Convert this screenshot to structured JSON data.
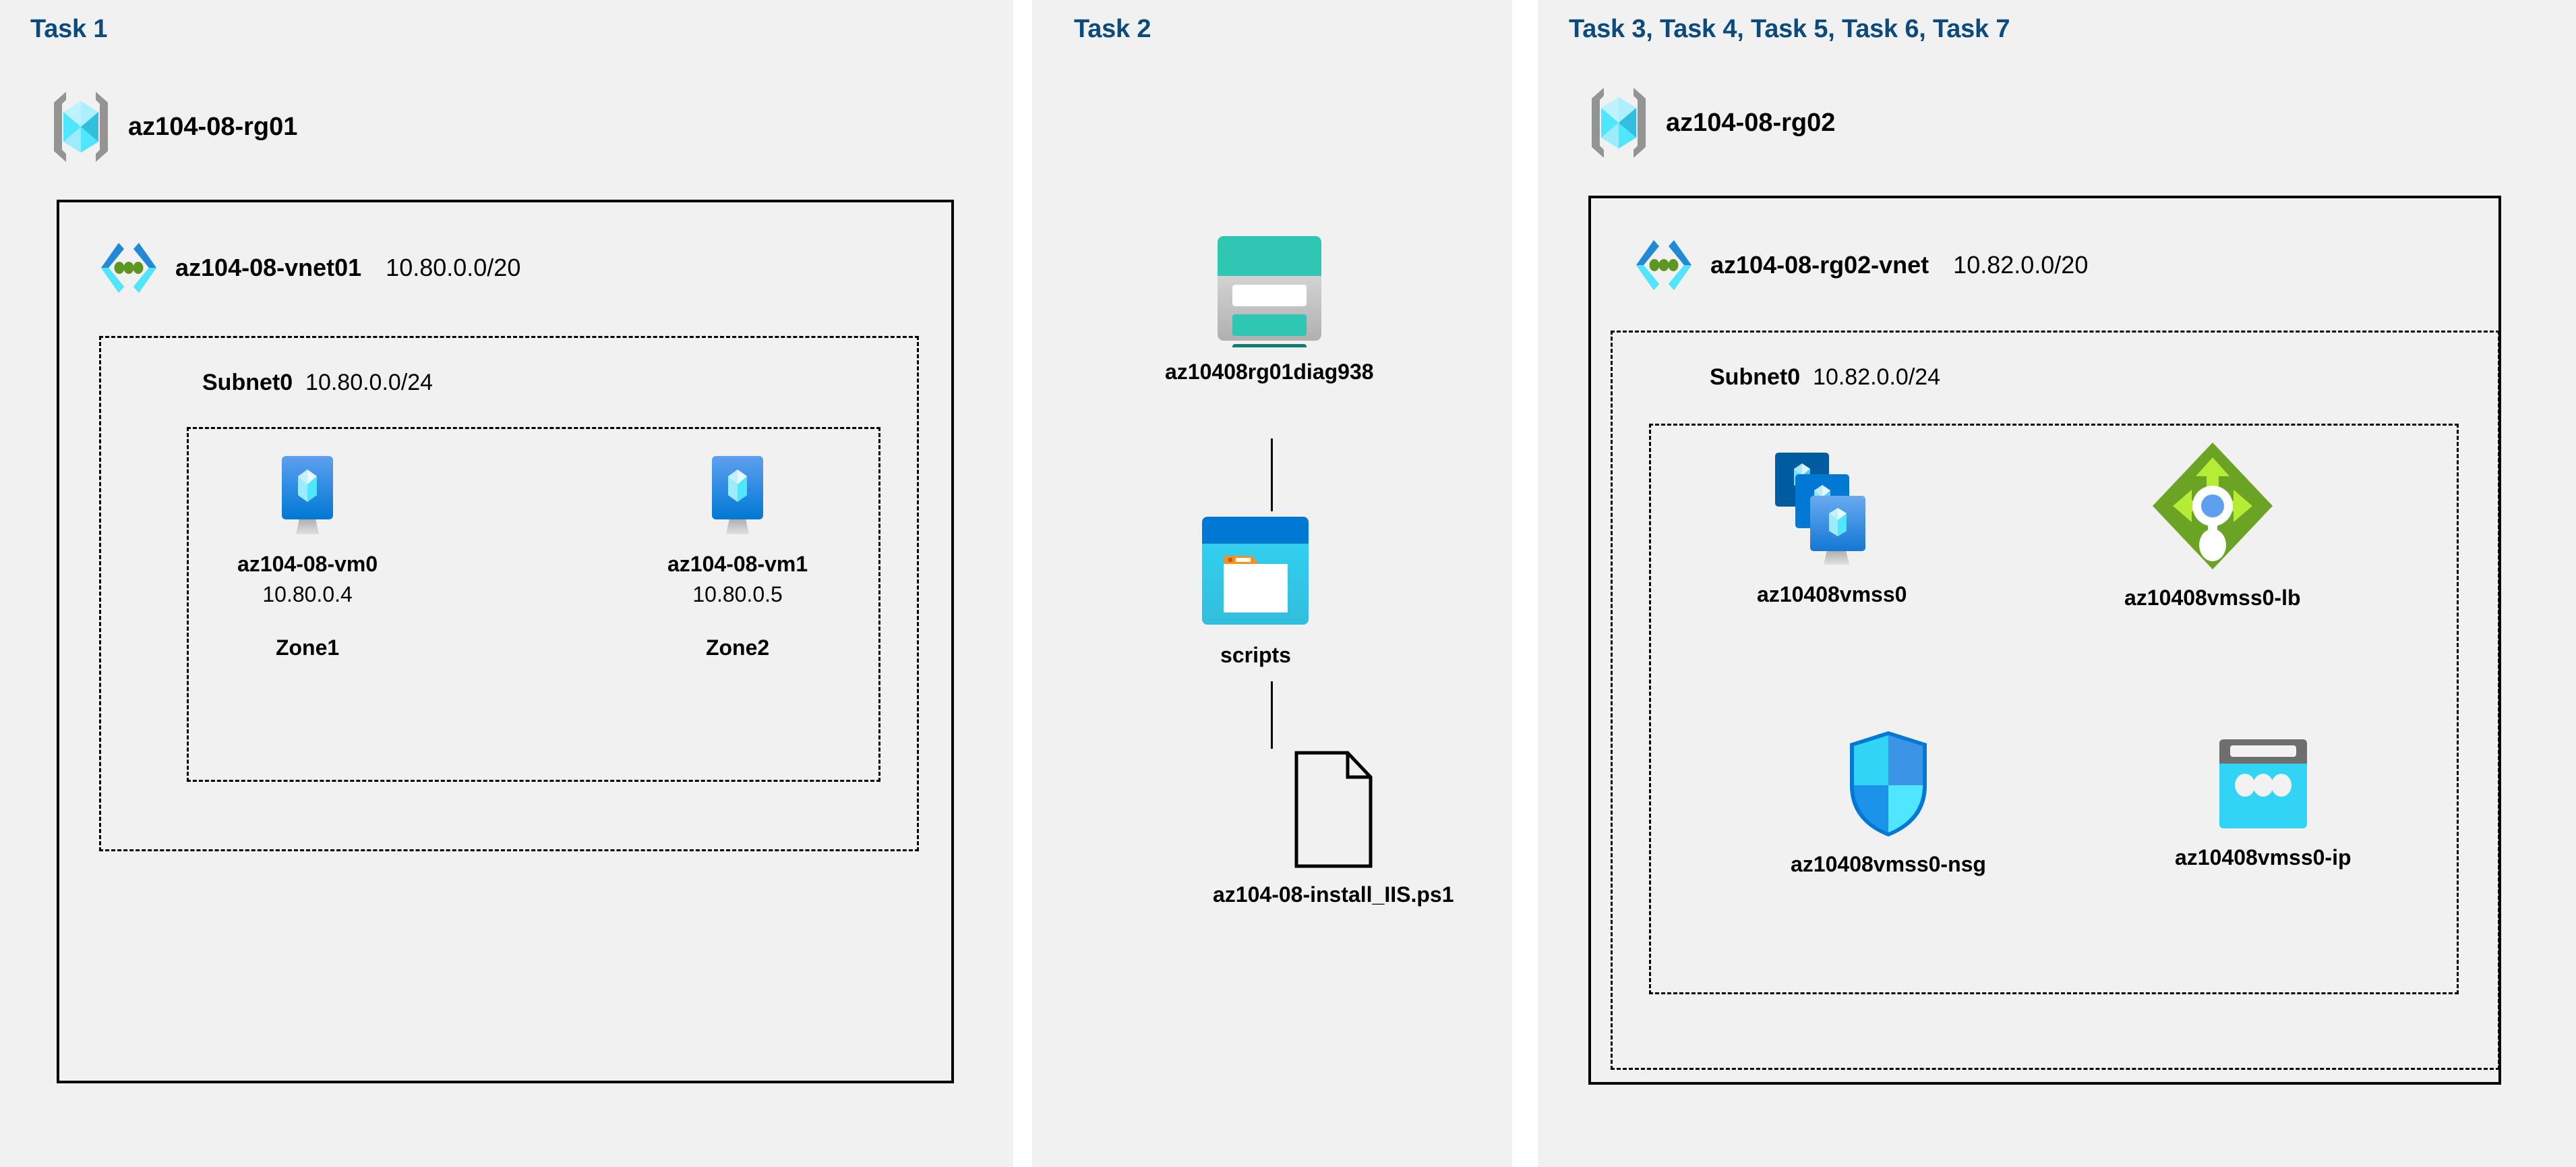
{
  "panels": [
    {
      "id": "task1",
      "header": "Task 1",
      "resource_group": {
        "name": "az104-08-rg01",
        "icon": "resource-group-icon"
      },
      "vnet": {
        "name": "az104-08-vnet01",
        "cidr": "10.80.0.0/20",
        "icon": "virtual-network-icon"
      },
      "subnet": {
        "name": "Subnet0",
        "cidr": "10.80.0.0/24"
      },
      "vms": [
        {
          "name": "az104-08-vm0",
          "ip": "10.80.0.4",
          "zone": "Zone1",
          "icon": "virtual-machine-icon"
        },
        {
          "name": "az104-08-vm1",
          "ip": "10.80.0.5",
          "zone": "Zone2",
          "icon": "virtual-machine-icon"
        }
      ]
    },
    {
      "id": "task2",
      "header": "Task 2",
      "chain": [
        {
          "name": "az10408rg01diag938",
          "icon": "storage-account-icon"
        },
        {
          "name": "scripts",
          "icon": "blob-container-icon"
        },
        {
          "name": "az104-08-install_IIS.ps1",
          "icon": "file-icon"
        }
      ]
    },
    {
      "id": "task3",
      "header": "Task 3, Task 4, Task 5, Task 6, Task 7",
      "resource_group": {
        "name": "az104-08-rg02",
        "icon": "resource-group-icon"
      },
      "vnet": {
        "name": "az104-08-rg02-vnet",
        "cidr": "10.82.0.0/20",
        "icon": "virtual-network-icon"
      },
      "subnet": {
        "name": "Subnet0",
        "cidr": "10.82.0.0/24"
      },
      "resources": [
        {
          "name": "az10408vmss0",
          "icon": "vm-scale-set-icon"
        },
        {
          "name": "az10408vmss0-lb",
          "icon": "load-balancer-icon"
        },
        {
          "name": "az10408vmss0-nsg",
          "icon": "network-security-group-icon"
        },
        {
          "name": "az10408vmss0-ip",
          "icon": "public-ip-address-icon"
        }
      ]
    }
  ],
  "colors": {
    "panel_background": "#F1F1F1",
    "page_background": "#FFFFFF",
    "task_header": "#0B4A7C",
    "border": "#000000",
    "azure_blue": "#0078D4",
    "azure_cyan": "#50E6FF",
    "azure_light_cyan": "#9CEBFF",
    "vnet_green_dot": "#5E9624",
    "storage_teal": "#30C6B4",
    "storage_dark_teal": "#127D72",
    "load_balancer_green": "#6BA424",
    "load_balancer_light_green": "#B4EC36",
    "folder_orange": "#F7911E",
    "gray_bracket": "#949494",
    "public_ip_gray": "#6E6E6E"
  }
}
